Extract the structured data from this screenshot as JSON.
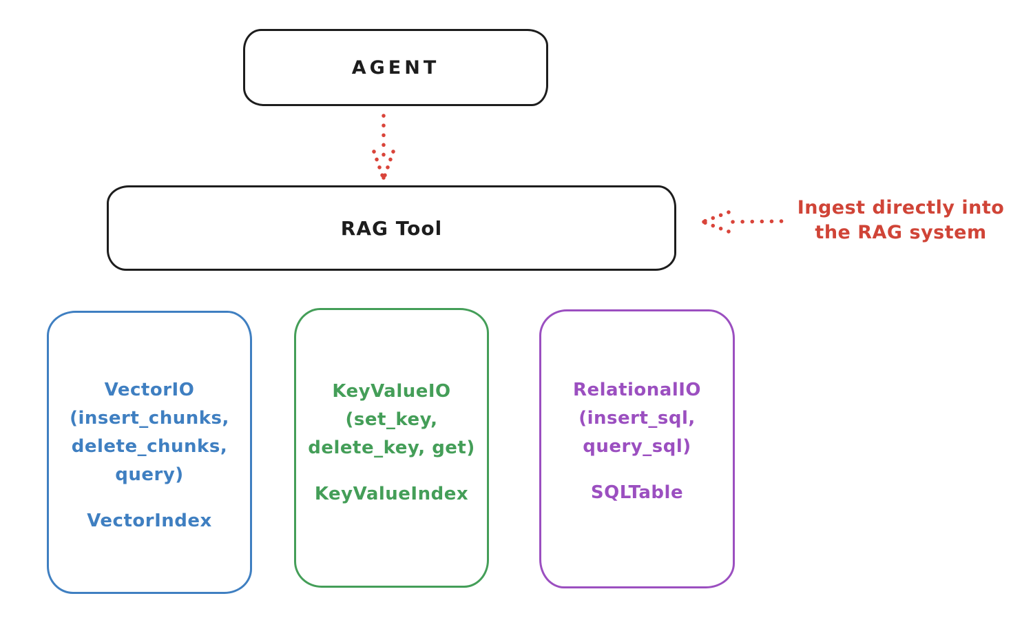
{
  "diagram": {
    "title": "RAG Tool architecture diagram",
    "colors": {
      "ink": "#1d1d1d",
      "red": "#d04437",
      "blue": "#3f7fc1",
      "green": "#449e58",
      "purple": "#9b4fc0",
      "background": "#ffffff"
    },
    "agent_box": {
      "label": "AGENT"
    },
    "rag_tool_box": {
      "label": "RAG Tool"
    },
    "annotation": {
      "line1": "Ingest directly into",
      "line2": "the RAG system"
    },
    "backends": [
      {
        "name": "vector-io",
        "color": "#3f7fc1",
        "lines": [
          "VectorIO",
          "(insert_chunks,",
          "delete_chunks,",
          "query)"
        ],
        "index_label": "VectorIndex"
      },
      {
        "name": "keyvalue-io",
        "color": "#449e58",
        "lines": [
          "KeyValueIO",
          "(set_key,",
          "delete_key, get)"
        ],
        "index_label": "KeyValueIndex"
      },
      {
        "name": "relational-io",
        "color": "#9b4fc0",
        "lines": [
          "RelationalIO",
          "(insert_sql,",
          "query_sql)"
        ],
        "index_label": "SQLTable"
      }
    ]
  }
}
